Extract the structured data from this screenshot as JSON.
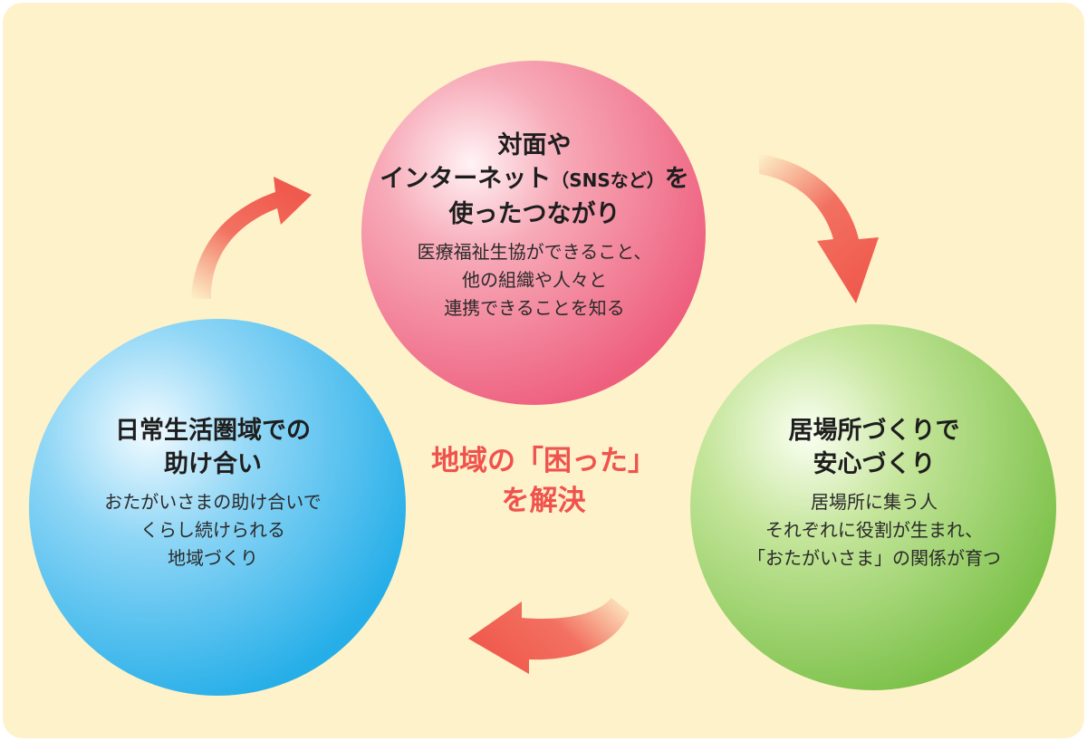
{
  "diagram": {
    "top_node": {
      "title_line1": "対面や",
      "title_line2_main": "インターネット",
      "title_line2_paren": "（SNSなど）",
      "title_line2_end": "を",
      "title_line3": "使ったつながり",
      "body": "医療福祉生協ができること、\n他の組織や人々と\n連携できることを知る",
      "color": "#f07088"
    },
    "left_node": {
      "title": "日常生活圏域での\n助け合い",
      "body": "おたがいさまの助け合いで\nくらし続けられる\n地域づくり",
      "color": "#3eb6ee"
    },
    "right_node": {
      "title": "居場所づくりで\n安心づくり",
      "body": "居場所に集う人\nそれぞれに役割が生まれ、\n「おたがいさま」の関係が育つ",
      "color": "#92cc5a"
    },
    "center_label": "地域の「困った」\nを解決",
    "arrow_color": "#f05a4e",
    "background_color": "#fdf2c9"
  }
}
